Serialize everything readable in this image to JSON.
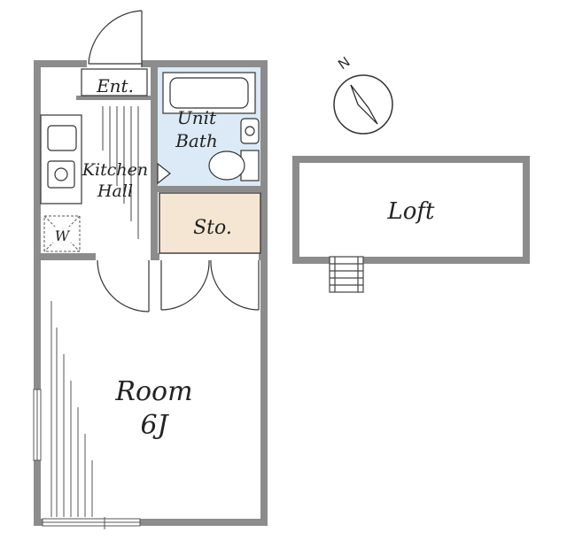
{
  "rooms": {
    "entrance": "Ent.",
    "unit_bath_line1": "Unit",
    "unit_bath_line2": "Bath",
    "kitchen_line1": "Kitchen",
    "kitchen_line2": "Hall",
    "washer": "W",
    "storage": "Sto.",
    "room_line1": "Room",
    "room_line2": "6J",
    "loft": "Loft"
  },
  "compass": {
    "north_label": "N"
  },
  "colors": {
    "wall": "#8c8c8c",
    "bath_fill": "#dbeaf6",
    "storage_fill": "#f5e6d3",
    "line": "#333333"
  }
}
